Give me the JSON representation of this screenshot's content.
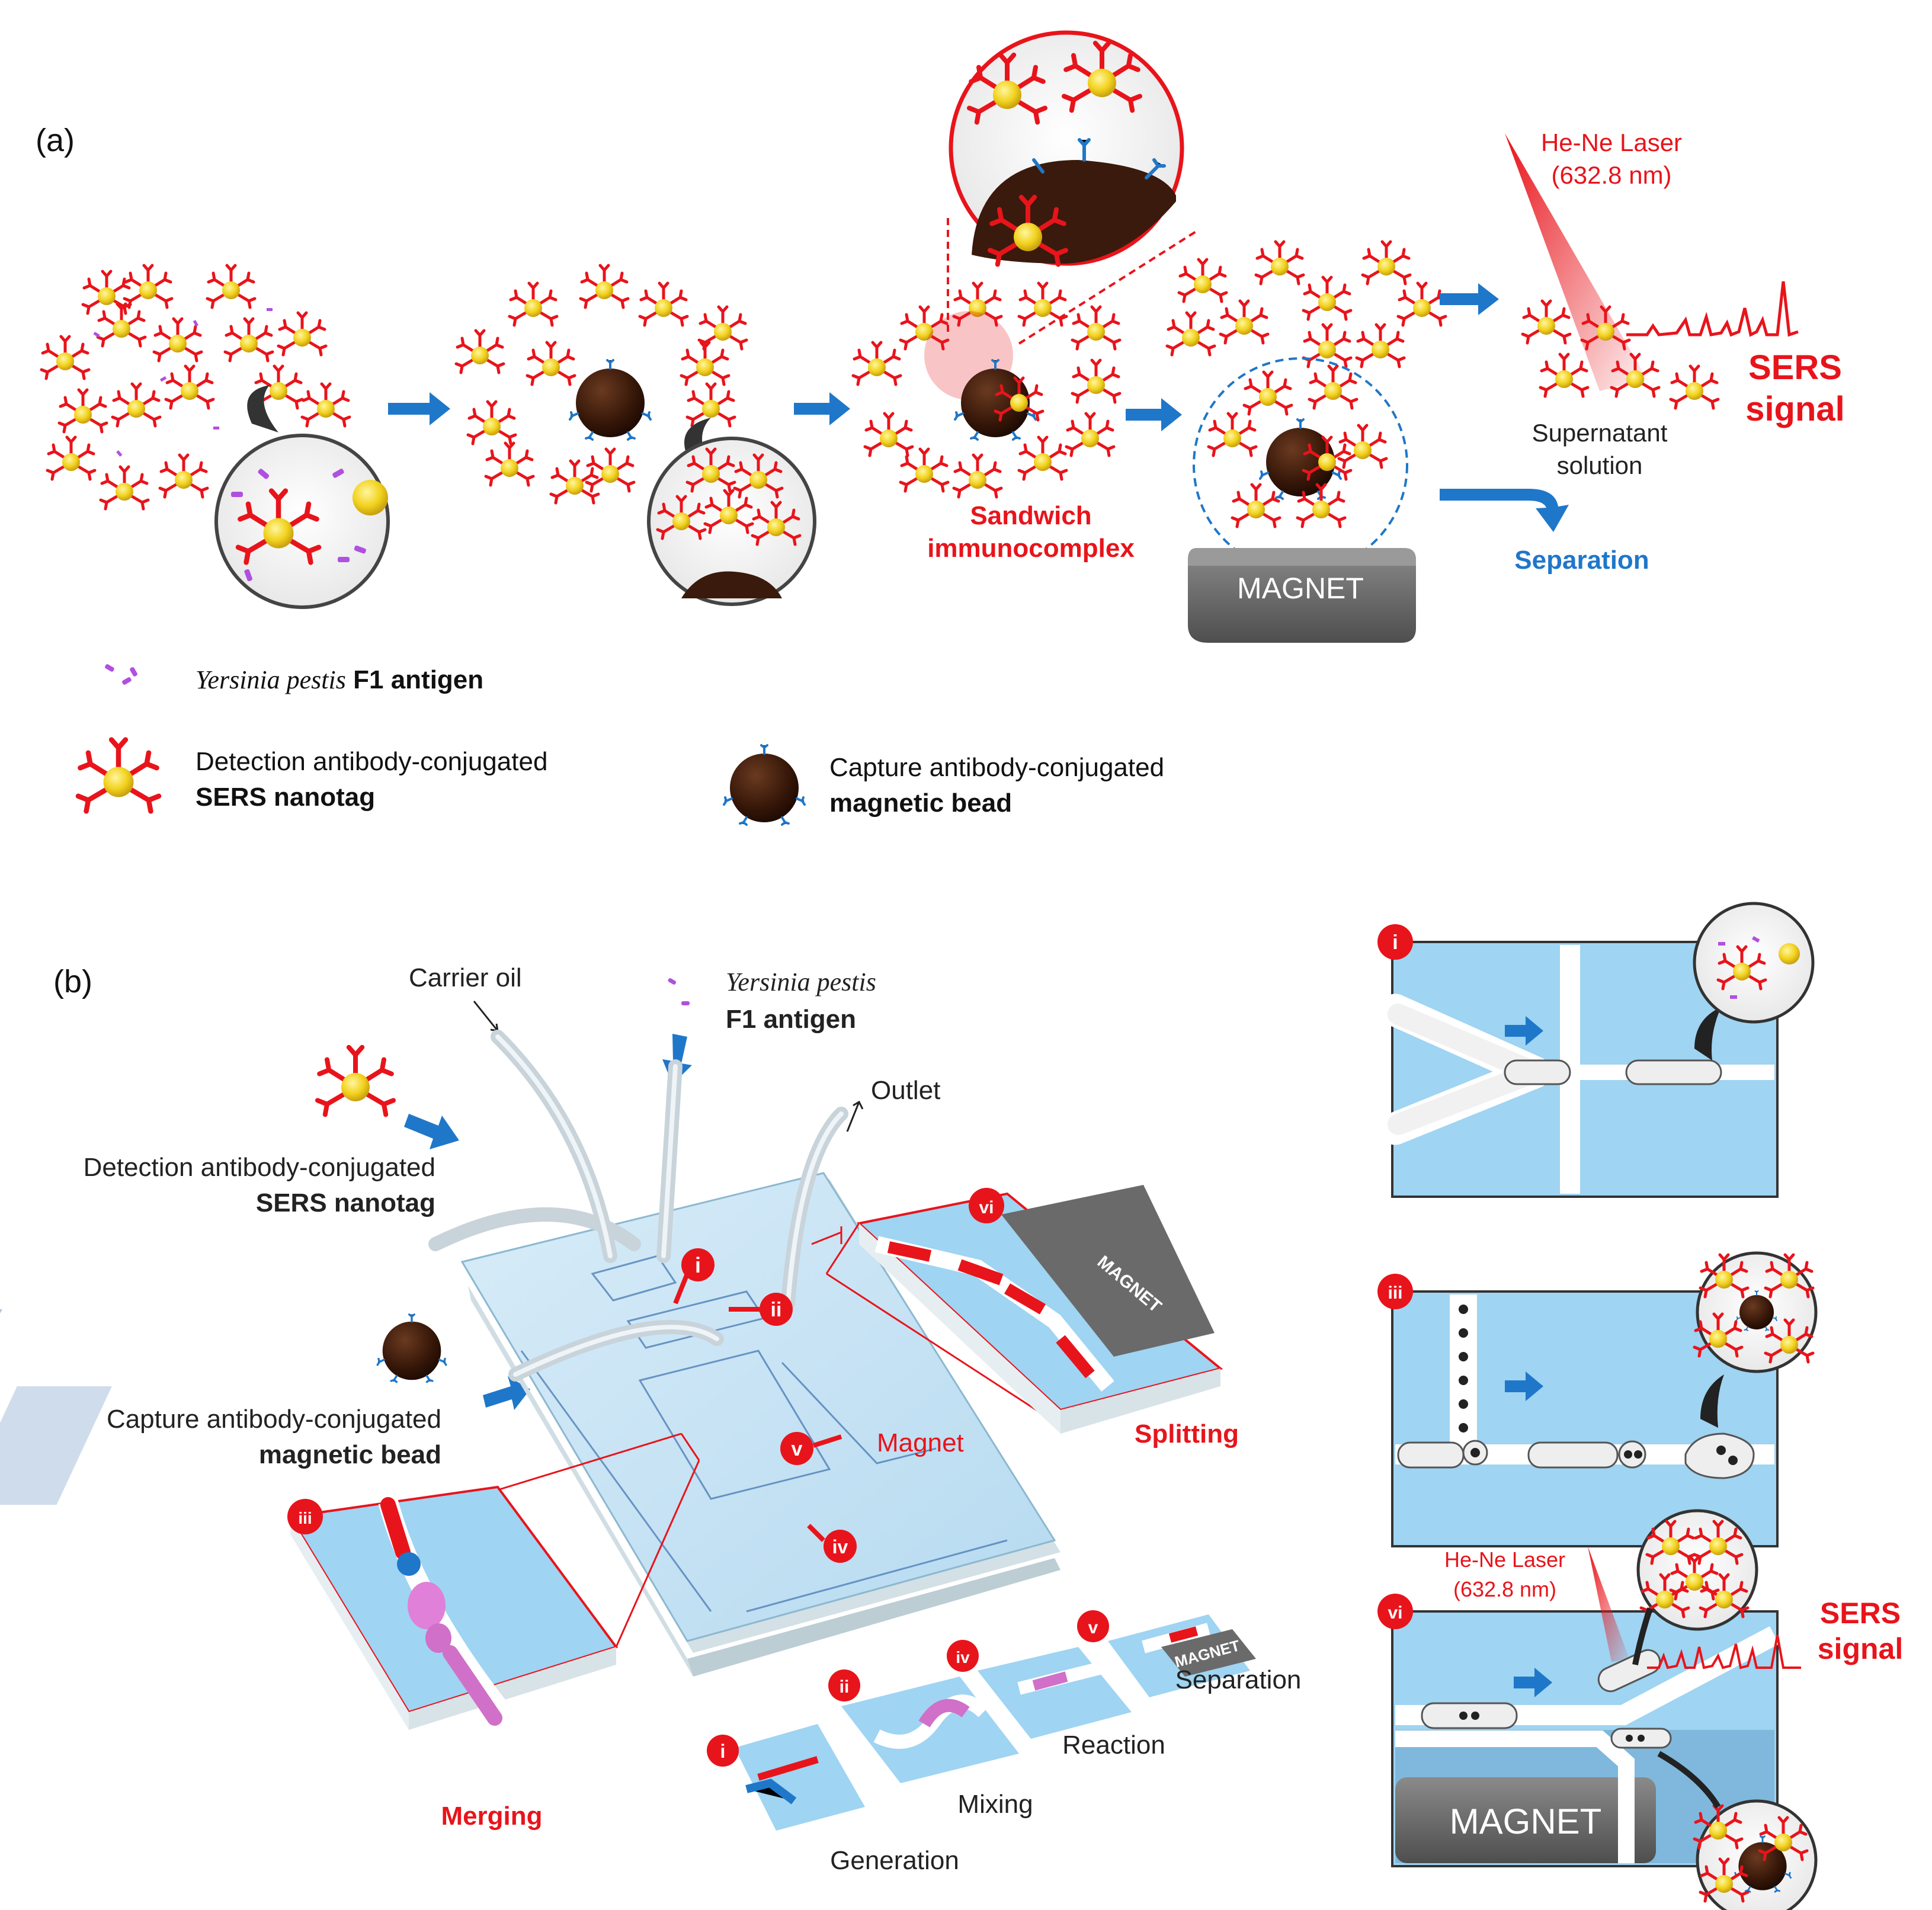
{
  "panel_a": {
    "label": "(a)",
    "step3_label_l1": "Sandwich",
    "step3_label_l2": "immunocomplex",
    "magnet_label": "MAGNET",
    "separation_label": "Separation",
    "laser_l1": "He-Ne Laser",
    "laser_l2": "(632.8 nm)",
    "sers_l1": "SERS",
    "sers_l2": "signal",
    "supernatant_l1": "Supernatant",
    "supernatant_l2": "solution",
    "legend": {
      "antigen_italic": "Yersinia pestis",
      "antigen_bold": " F1 antigen",
      "nanotag_l1": "Detection antibody-conjugated",
      "nanotag_l2": "SERS nanotag",
      "bead_l1": "Capture antibody-conjugated",
      "bead_l2": "magnetic bead"
    }
  },
  "panel_b": {
    "label": "(b)",
    "carrier_oil": "Carrier oil",
    "antigen_italic": "Yersinia pestis",
    "antigen_bold": "F1 antigen",
    "outlet": "Outlet",
    "nanotag_l1": "Detection antibody-conjugated",
    "nanotag_l2": "SERS nanotag",
    "bead_l1": "Capture antibody-conjugated",
    "bead_l2": "magnetic bead",
    "magnet_label": "Magnet",
    "splitting": "Splitting",
    "merging": "Merging",
    "chip_magnet_text": "MAGNET",
    "stages": {
      "separation": "Separation",
      "reaction": "Reaction",
      "mixing": "Mixing",
      "generation": "Generation"
    },
    "badges": {
      "i": "i",
      "ii": "ii",
      "iii": "iii",
      "iv": "iv",
      "v": "v",
      "vi": "vi"
    },
    "inset_vi": {
      "laser_l1": "He-Ne Laser",
      "laser_l2": "(632.8 nm)",
      "sers_l1": "SERS",
      "sers_l2": "signal",
      "magnet": "MAGNET"
    }
  },
  "colors": {
    "red": "#e8141b",
    "blue": "#1f77c9",
    "channel": "#9fd4f2",
    "bead": "#3a1a0c",
    "gold": "#f2d21e",
    "magnet": "#6f6f6f"
  }
}
